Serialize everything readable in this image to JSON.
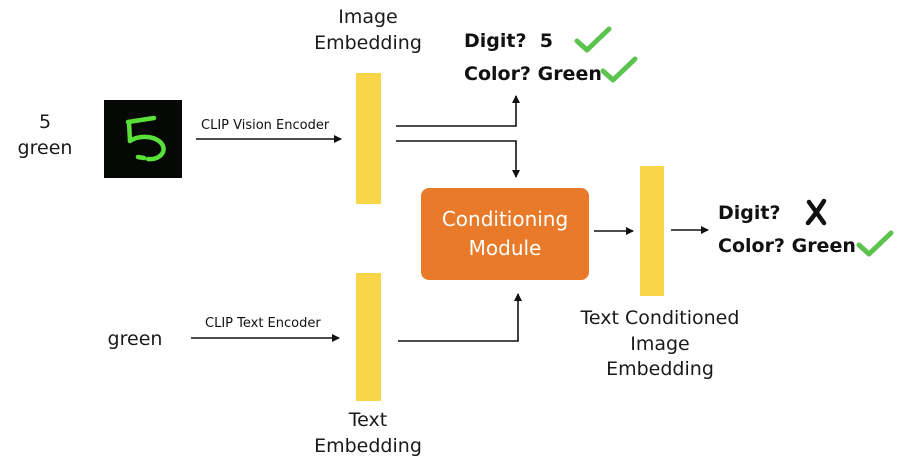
{
  "input": {
    "digit": "5",
    "color_word": "green"
  },
  "text_input": "green",
  "encoders": {
    "vision": "CLIP Vision Encoder",
    "text": "CLIP Text Encoder"
  },
  "labels": {
    "image_embedding_1": "Image",
    "image_embedding_2": "Embedding",
    "text_embedding_1": "Text",
    "text_embedding_2": "Embedding",
    "conditioned_1": "Text Conditioned",
    "conditioned_2": "Image",
    "conditioned_3": "Embedding"
  },
  "module": {
    "line1": "Conditioning",
    "line2": "Module"
  },
  "top_result": {
    "digit_q": "Digit?",
    "digit_a": "5",
    "color_q": "Color?",
    "color_a": "Green"
  },
  "bottom_result": {
    "digit_q": "Digit?",
    "color_q": "Color?",
    "color_a": "Green"
  },
  "colors": {
    "bar": "#f8d549",
    "module": "#e87a2a",
    "check": "#5cc44e",
    "digit_stroke": "#59e13a"
  },
  "icons": {
    "check": "check-icon",
    "cross": "cross-icon"
  }
}
